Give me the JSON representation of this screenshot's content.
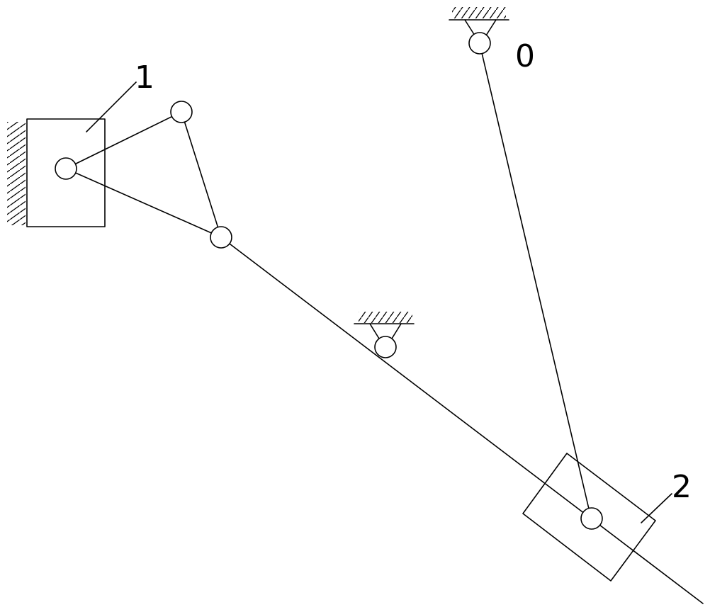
{
  "labels": {
    "fixed_pivot": "0",
    "block_1": "1",
    "slider_2": "2"
  }
}
